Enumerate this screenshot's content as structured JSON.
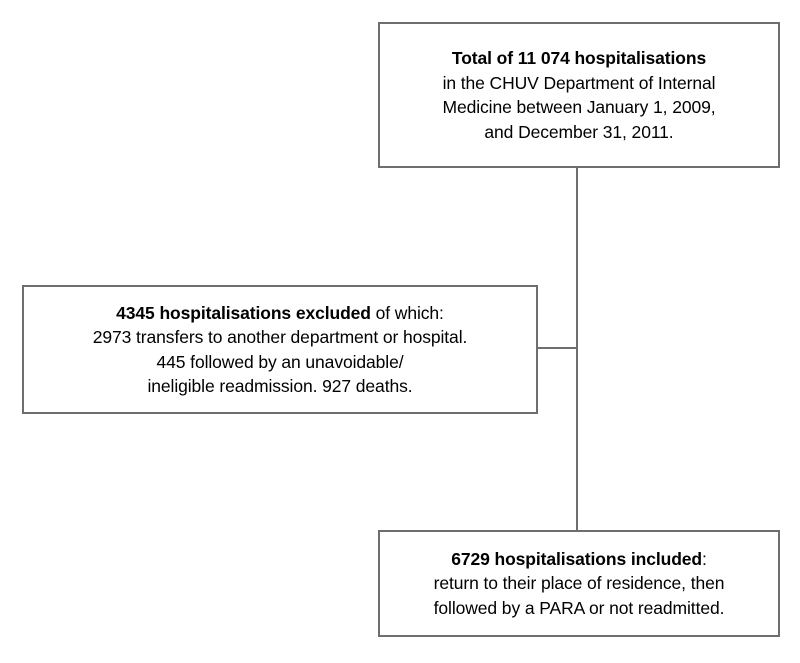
{
  "figure": {
    "type": "flowchart",
    "orientation": "vertical",
    "background_color": "#ffffff",
    "line_color": "#6e6e6e",
    "text_color": "#000000"
  },
  "nodes": {
    "total": {
      "id": "total-hospitalisations",
      "role": "source-population",
      "lines": [
        "Total of 11 074 hospitalisations",
        "in the CHUV Department of Internal",
        "Medicine between January 1, 2009,",
        "and December 31, 2011."
      ],
      "emphasis_line": 0,
      "count": "11 074"
    },
    "excluded": {
      "id": "hospitalisations-excluded",
      "role": "exclusions",
      "headline_bold": "4345 hospitalisations excluded",
      "headline_rest": " of which:",
      "lines": [
        "2973 transfers to another department or hospital.",
        "445 followed by an unavoidable/",
        "ineligible readmission. 927 deaths."
      ],
      "count": "4345",
      "breakdown": [
        {
          "label": "transfers to another department or hospital",
          "value": "2973"
        },
        {
          "label": "followed by an unavoidable/ineligible readmission",
          "value": "445"
        },
        {
          "label": "deaths",
          "value": "927"
        }
      ]
    },
    "included": {
      "id": "hospitalisations-included",
      "role": "final-sample",
      "headline_bold": "6729 hospitalisations included",
      "headline_rest": ":",
      "lines": [
        "return to their place of residence, then",
        "followed by a PARA or not readmitted."
      ],
      "count": "6729"
    }
  },
  "connectors": [
    {
      "id": "stem",
      "from": "total",
      "to": "included",
      "kind": "vertical-line"
    },
    {
      "id": "branch",
      "from": "stem",
      "to": "excluded",
      "kind": "horizontal-line"
    }
  ]
}
